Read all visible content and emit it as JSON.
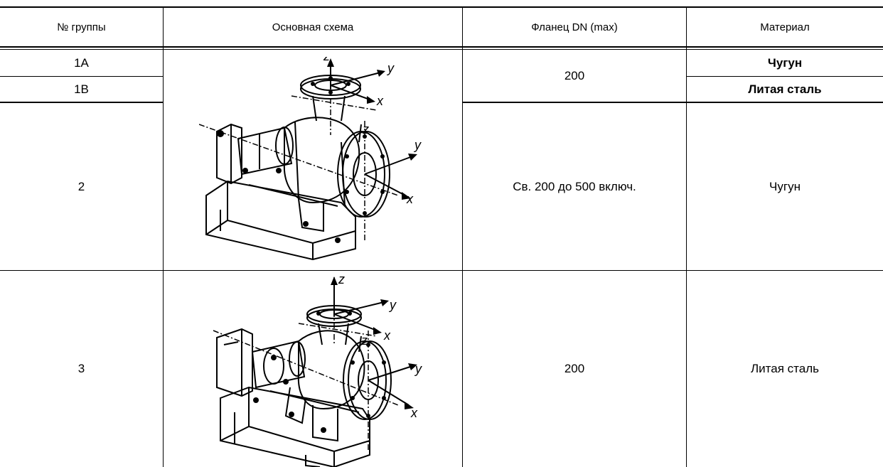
{
  "table": {
    "headers": {
      "group": "№ группы",
      "scheme": "Основная схема",
      "flange": "Фланец DN (max)",
      "material": "Материал"
    },
    "rows": [
      {
        "group": "1A",
        "flange": "200",
        "material": "Чугун"
      },
      {
        "group": "1B",
        "flange": "",
        "material": "Литая сталь"
      },
      {
        "group": "2",
        "flange": "Св. 200 до 500 включ.",
        "material": "Чугун"
      },
      {
        "group": "3",
        "flange": "200",
        "material": "Литая сталь"
      }
    ]
  },
  "drawing_labels": {
    "z": "z",
    "y": "y",
    "x": "x"
  }
}
